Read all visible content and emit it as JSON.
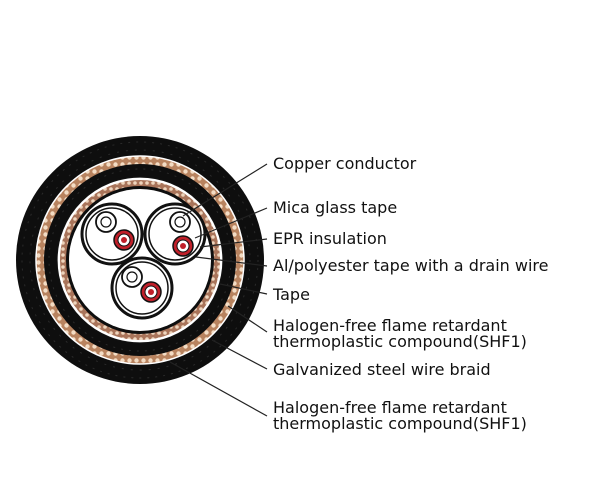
{
  "diagram": {
    "subject": "cable cross-section",
    "colors": {
      "outer_sheath": "#0e0e0e",
      "braid": "#b8835f",
      "braid_highlight": "#f3dcc4",
      "conductor": "#c0202a",
      "line": "#222222",
      "background": "#ffffff"
    },
    "labels": [
      {
        "id": "copper-conductor",
        "lines": [
          "Copper conductor"
        ]
      },
      {
        "id": "mica-glass-tape",
        "lines": [
          "Mica glass tape"
        ]
      },
      {
        "id": "epr-insulation",
        "lines": [
          "EPR insulation"
        ]
      },
      {
        "id": "al-polyester-tape",
        "lines": [
          "Al/polyester tape with a drain wire"
        ]
      },
      {
        "id": "tape",
        "lines": [
          "Tape"
        ]
      },
      {
        "id": "inner-sheath",
        "lines": [
          "Halogen-free flame retardant",
          "thermoplastic compound(SHF1)"
        ]
      },
      {
        "id": "steel-wire-braid",
        "lines": [
          "Galvanized steel wire braid"
        ]
      },
      {
        "id": "outer-sheath",
        "lines": [
          "Halogen-free flame retardant",
          "thermoplastic compound(SHF1)"
        ]
      }
    ]
  }
}
